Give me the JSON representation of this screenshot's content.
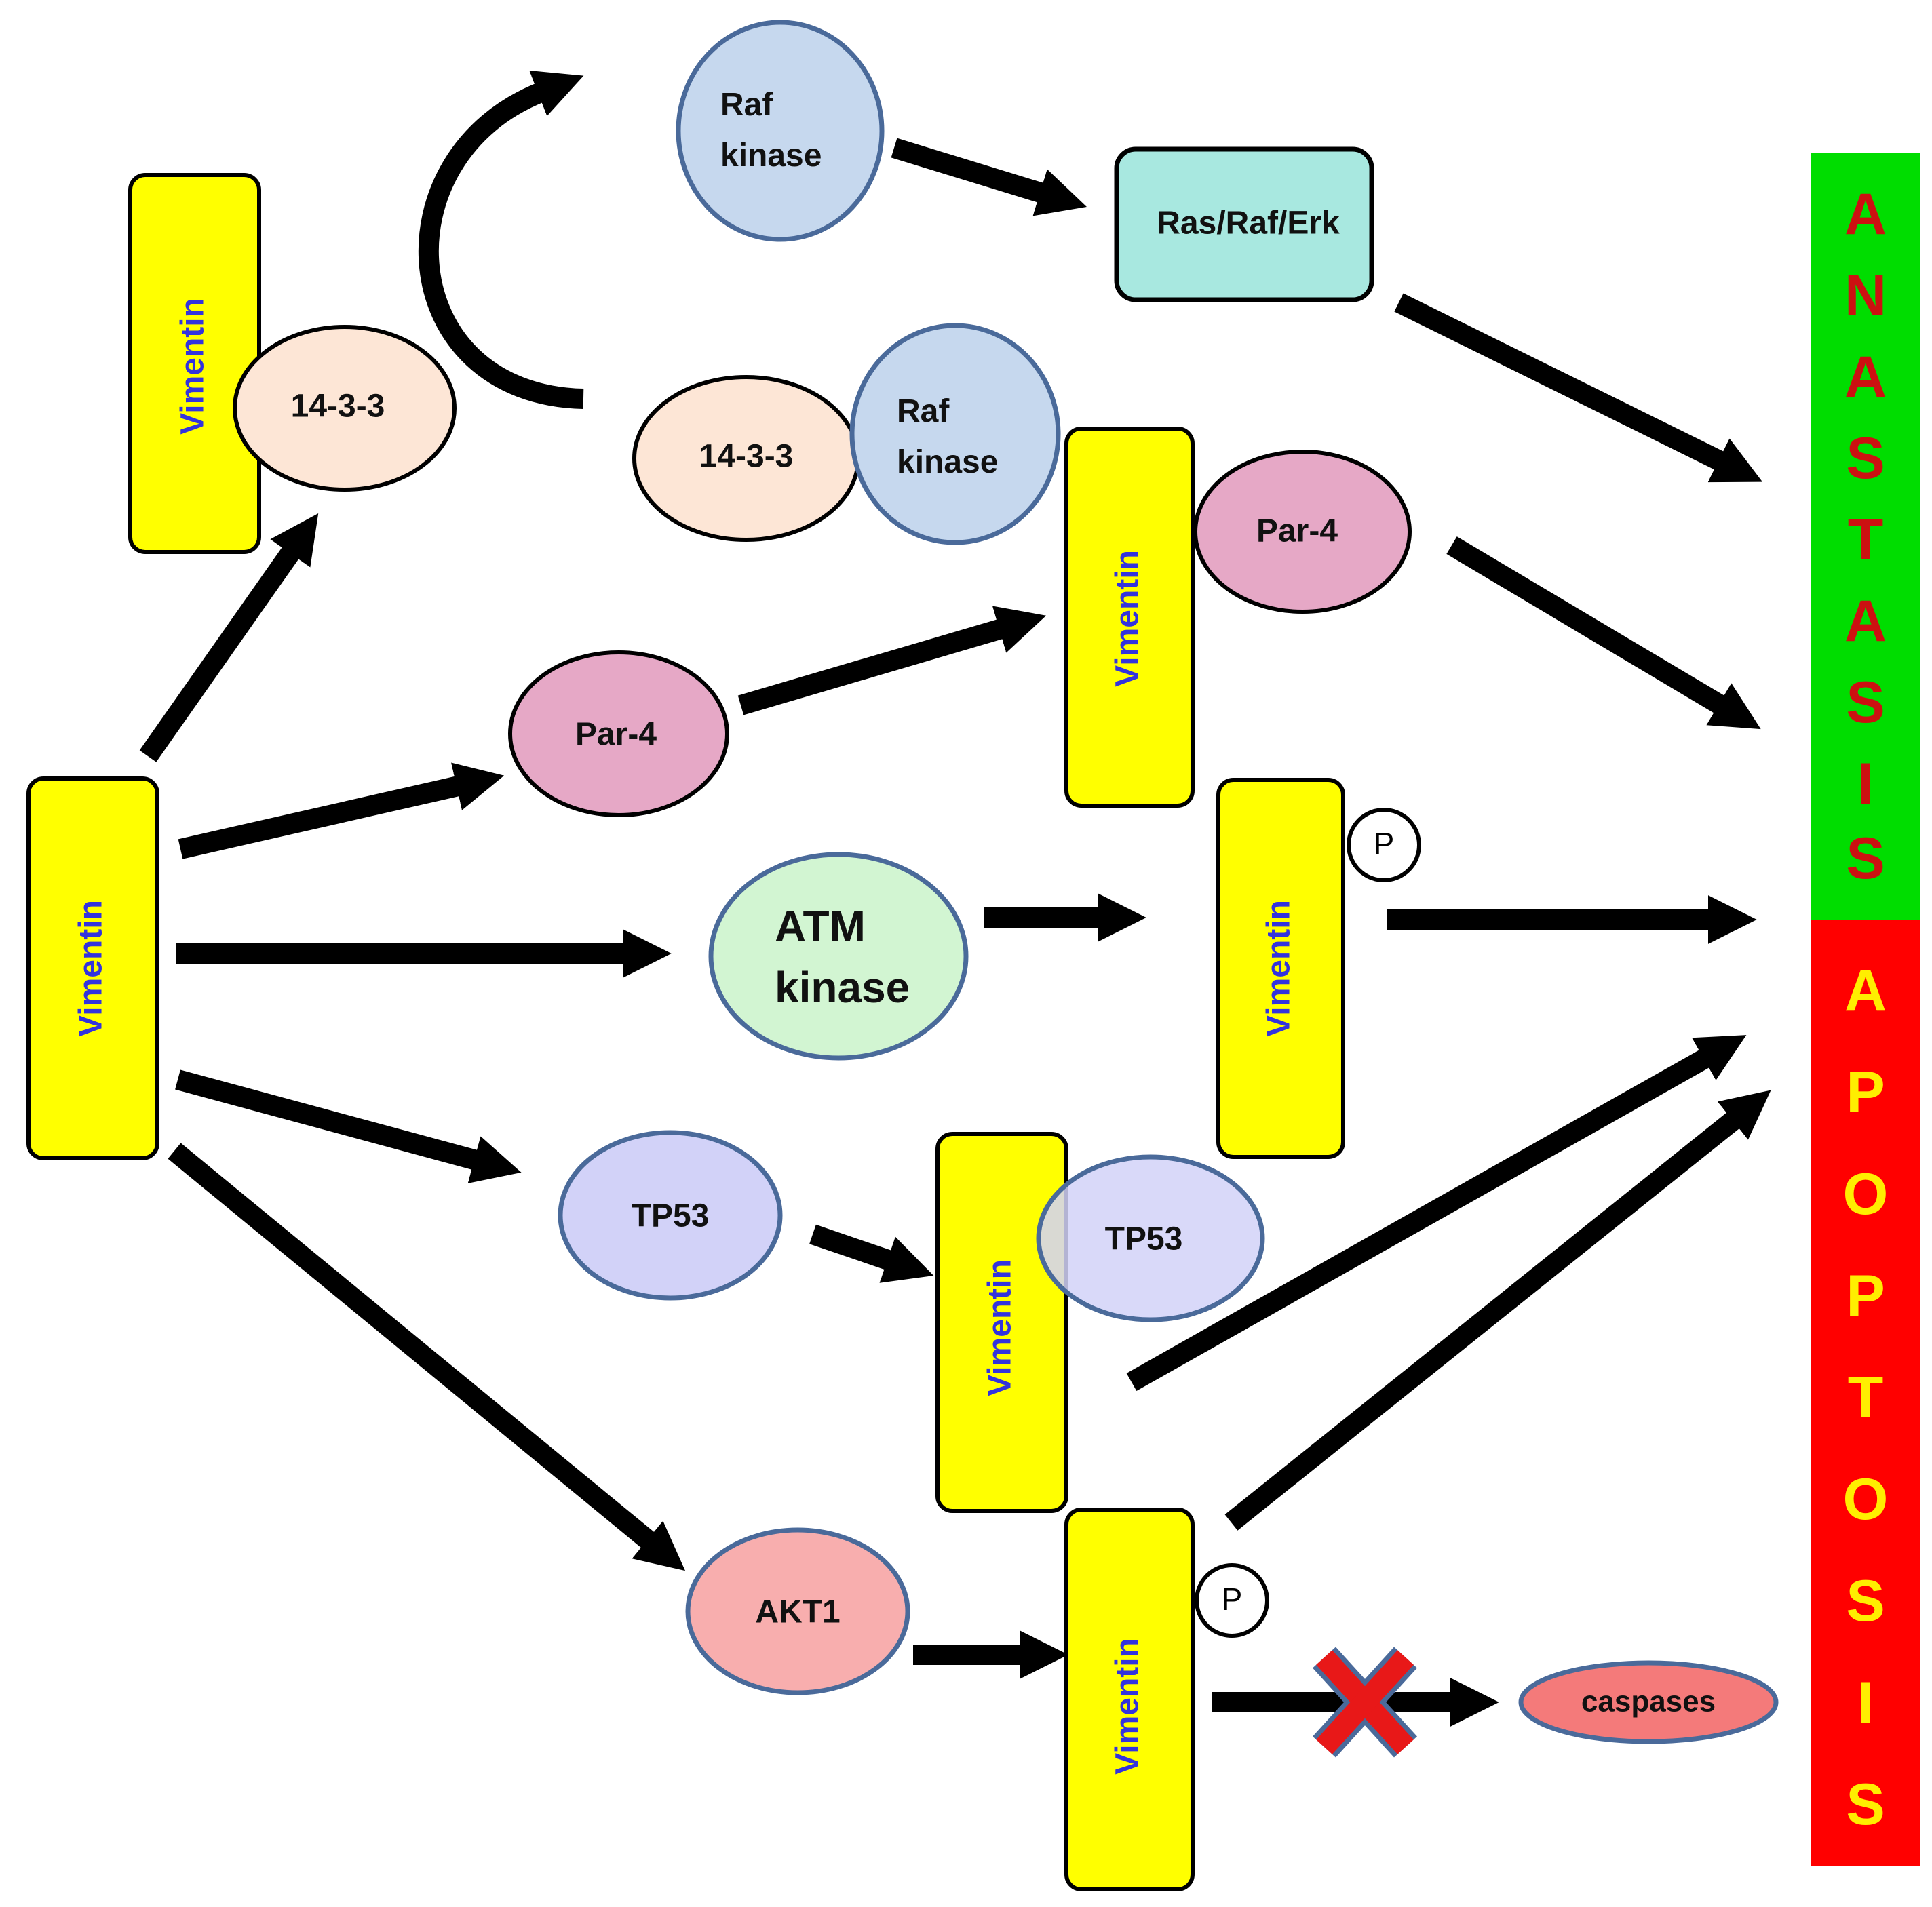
{
  "labels": {
    "vimentin": "Vimentin",
    "fourteen_3_3": "14-3-3",
    "raf_line1": "Raf",
    "raf_line2": "kinase",
    "ras_raf_erk": "Ras/Raf/Erk",
    "par4": "Par-4",
    "atm_line1": "ATM",
    "atm_line2": "kinase",
    "tp53": "TP53",
    "akt1": "AKT1",
    "caspases": "caspases",
    "phospho": "P"
  },
  "outcomes": {
    "anastasis": [
      "A",
      "N",
      "A",
      "S",
      "T",
      "A",
      "S",
      "I",
      "S"
    ],
    "apoptosis": [
      "A",
      "P",
      "O",
      "P",
      "T",
      "O",
      "S",
      "I",
      "S"
    ]
  },
  "colors": {
    "vimentin_fill": "#ffff00",
    "vimentin_text": "#3333dd",
    "fourteen_3_3_fill": "#fde6d6",
    "raf_fill": "#c6d8ee",
    "ras_raf_erk_fill": "#a8e8e0",
    "par4_fill": "#e6a8c6",
    "atm_fill": "#d2f5d2",
    "tp53_fill": "#d2d2f8",
    "akt1_fill": "#f8aeae",
    "caspases_fill": "#f47a7a",
    "anastasis_bg": "#00dd00",
    "anastasis_text": "#cc1111",
    "apoptosis_bg": "#ff0000",
    "apoptosis_text": "#ffee00",
    "inhibit_cross": "#e81818"
  }
}
